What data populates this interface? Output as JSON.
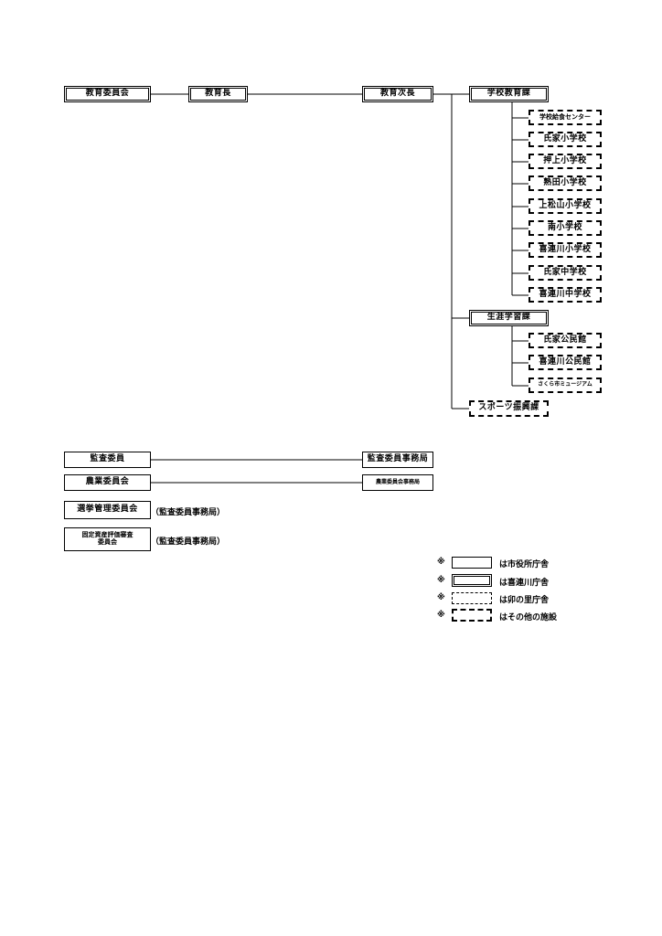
{
  "top_chain": {
    "board": "教育委員会",
    "superintendent": "教育長",
    "deputy": "教育次長"
  },
  "school_education": {
    "title": "学校教育課",
    "facilities": [
      "学校給食センター",
      "氏家小学校",
      "押上小学校",
      "熟田小学校",
      "上松山小学校",
      "南小学校",
      "喜連川小学校",
      "氏家中学校",
      "喜連川中学校"
    ]
  },
  "lifelong_learning": {
    "title": "生涯学習課",
    "facilities": [
      "氏家公民館",
      "喜連川公民館",
      "さくら市ミュージアム"
    ]
  },
  "sports": {
    "title": "スポーツ振興課"
  },
  "committees": {
    "audit": "監査委員",
    "audit_office": "監査委員事務局",
    "agriculture": "農業委員会",
    "agriculture_office": "農業委員会事務局",
    "election": "選挙管理委員会",
    "election_note": "（監査委員事務局）",
    "asset_line1": "固定資産評価審査",
    "asset_line2": "委員会",
    "asset_note": "（監査委員事務局）"
  },
  "legend": {
    "mark": "※",
    "items": [
      "は市役所庁舎",
      "は喜連川庁舎",
      "は卯の里庁舎",
      "はその他の施設"
    ]
  }
}
